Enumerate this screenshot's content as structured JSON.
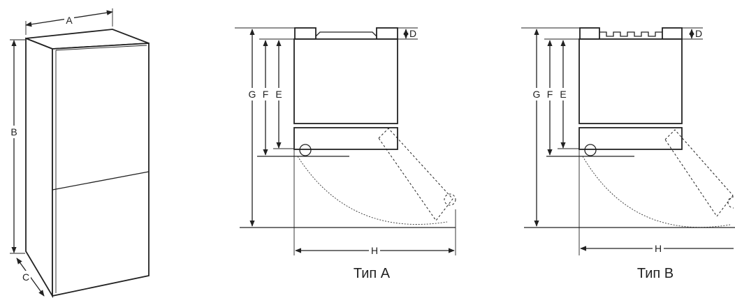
{
  "fridge_3d": {
    "label_width": "A",
    "label_height": "B",
    "label_depth": "C"
  },
  "type_a": {
    "caption": "Тип A",
    "labels": {
      "d": "D",
      "e": "E",
      "f": "F",
      "g": "G",
      "h": "H"
    }
  },
  "type_b": {
    "caption": "Тип B",
    "labels": {
      "d": "D",
      "e": "E",
      "f": "F",
      "g": "G",
      "h": "H"
    }
  }
}
